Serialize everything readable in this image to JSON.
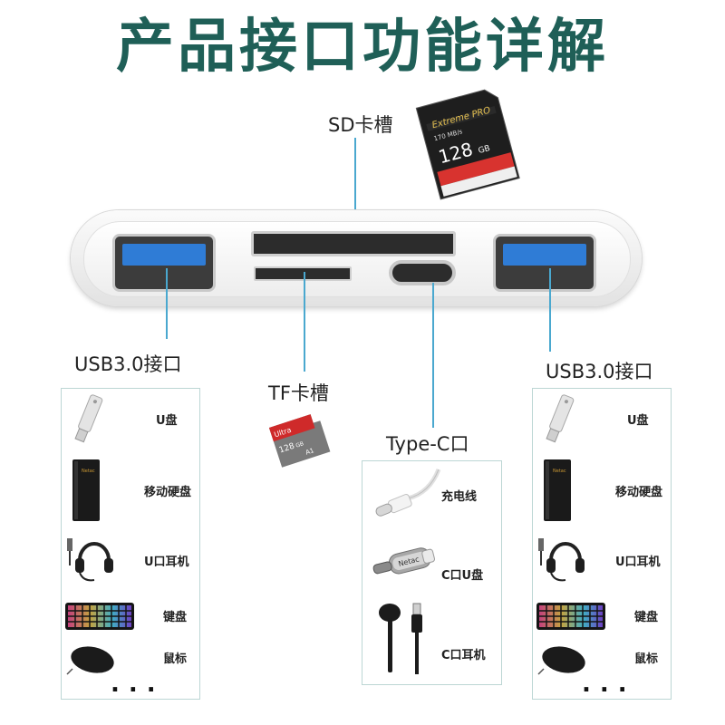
{
  "title": "产品接口功能详解",
  "labels": {
    "sd_slot": "SD卡槽",
    "tf_slot": "TF卡槽",
    "usb_left": "USB3.0接口",
    "usb_right": "USB3.0接口",
    "typec": "Type-C口"
  },
  "sd_card": {
    "brand": "Extreme PRO",
    "capacity": "128",
    "unit": "GB",
    "speed": "170 MB/s"
  },
  "tf_card": {
    "brand": "Ultra",
    "capacity": "128",
    "unit": "GB",
    "class": "A1"
  },
  "left_panel": {
    "items": [
      {
        "label": "U盘",
        "icon": "usb-drive-icon"
      },
      {
        "label": "移动硬盘",
        "icon": "hard-drive-icon"
      },
      {
        "label": "U口耳机",
        "icon": "headset-icon"
      },
      {
        "label": "键盘",
        "icon": "keyboard-icon"
      },
      {
        "label": "鼠标",
        "icon": "mouse-icon"
      }
    ],
    "more": "..."
  },
  "right_panel": {
    "items": [
      {
        "label": "U盘",
        "icon": "usb-drive-icon"
      },
      {
        "label": "移动硬盘",
        "icon": "hard-drive-icon"
      },
      {
        "label": "U口耳机",
        "icon": "headset-icon"
      },
      {
        "label": "键盘",
        "icon": "keyboard-icon"
      },
      {
        "label": "鼠标",
        "icon": "mouse-icon"
      }
    ],
    "more": "..."
  },
  "typec_panel": {
    "items": [
      {
        "label": "充电线",
        "icon": "charging-cable-icon"
      },
      {
        "label": "C口U盘",
        "icon": "typec-flash-drive-icon"
      },
      {
        "label": "C口耳机",
        "icon": "earphone-icon"
      }
    ]
  },
  "colors": {
    "title": "#1f5f57",
    "callout_line": "#4aa8cf",
    "usb_blue": "#2f7cd6",
    "panel_border": "#bcd6d4"
  }
}
